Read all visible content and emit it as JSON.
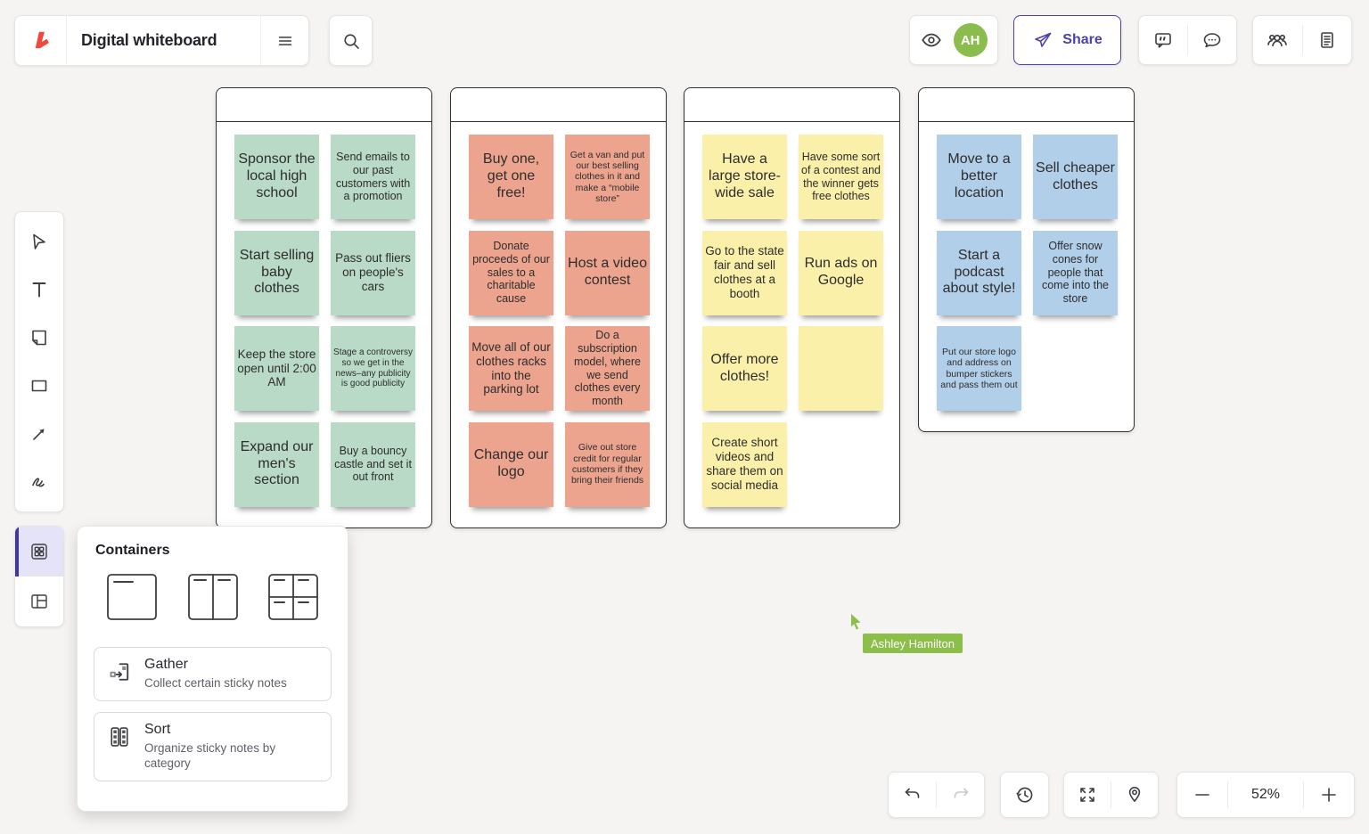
{
  "header": {
    "title": "Digital whiteboard",
    "share_label": "Share",
    "avatar_initials": "AH",
    "avatar_color": "#8abd4e",
    "accent_color": "#4a42b0"
  },
  "containers_panel": {
    "title": "Containers",
    "options": [
      {
        "label": "Gather",
        "description": "Collect certain sticky notes"
      },
      {
        "label": "Sort",
        "description": "Organize sticky notes by category"
      }
    ]
  },
  "board": {
    "containers": [
      {
        "title": "",
        "note_color": "#b9dac6",
        "notes": [
          {
            "text": "Sponsor the local high school"
          },
          {
            "text": "Send emails to our past customers with a promotion"
          },
          {
            "text": "Start selling baby clothes"
          },
          {
            "text": "Pass out fliers on people's cars"
          },
          {
            "text": "Keep the store open until 2:00 AM"
          },
          {
            "text": "Stage a controversy so we get in the news–any publicity is good publicity"
          },
          {
            "text": "Expand our men's section"
          },
          {
            "text": "Buy a bouncy castle and set it out front"
          }
        ]
      },
      {
        "title": "",
        "note_color": "#eca48f",
        "notes": [
          {
            "text": "Buy one, get one free!"
          },
          {
            "text": "Get a van and put our best selling clothes in it and make a “mobile store”"
          },
          {
            "text": "Donate proceeds of our sales to a charitable cause"
          },
          {
            "text": "Host a video contest"
          },
          {
            "text": "Move all of our clothes racks into the parking lot"
          },
          {
            "text": "Do a subscription model, where we send clothes every month"
          },
          {
            "text": "Change our logo"
          },
          {
            "text": "Give out store credit for regular customers if they bring their friends"
          }
        ]
      },
      {
        "title": "",
        "note_color": "#fbf0a9",
        "notes": [
          {
            "text": "Have a large store-wide sale"
          },
          {
            "text": "Have some sort of a contest and the winner gets free clothes"
          },
          {
            "text": "Go to the state fair and sell clothes at a booth"
          },
          {
            "text": "Run ads on Google"
          },
          {
            "text": "Offer more clothes!"
          },
          {
            "text": ""
          },
          {
            "text": "Create short videos and share them on social media"
          }
        ]
      },
      {
        "title": "",
        "note_color": "#b2cfe9",
        "notes": [
          {
            "text": "Move to a better location"
          },
          {
            "text": "Sell cheaper clothes"
          },
          {
            "text": "Start a podcast about style!"
          },
          {
            "text": "Offer snow cones for people that come into the store"
          },
          {
            "text": "Put our store logo and address on bumper stickers and pass them out"
          }
        ]
      }
    ]
  },
  "collaborator": {
    "name": "Ashley Hamilton",
    "color": "#8cbf4a"
  },
  "footer": {
    "zoom_level": "52%"
  },
  "icon_names": [
    "lucid-logo",
    "menu",
    "search",
    "eye",
    "paper-plane",
    "comment-quote",
    "chat-ellipsis",
    "people",
    "notes-document",
    "select-cursor",
    "text-tool",
    "sticky-note-tool",
    "shape-tool",
    "arrow-tool",
    "pen-tool",
    "containers-tool",
    "layout-tool",
    "container-single",
    "container-two-column",
    "container-quad",
    "gather",
    "sort",
    "undo",
    "redo",
    "history",
    "fullscreen",
    "map-pin",
    "zoom-out",
    "zoom-in"
  ]
}
